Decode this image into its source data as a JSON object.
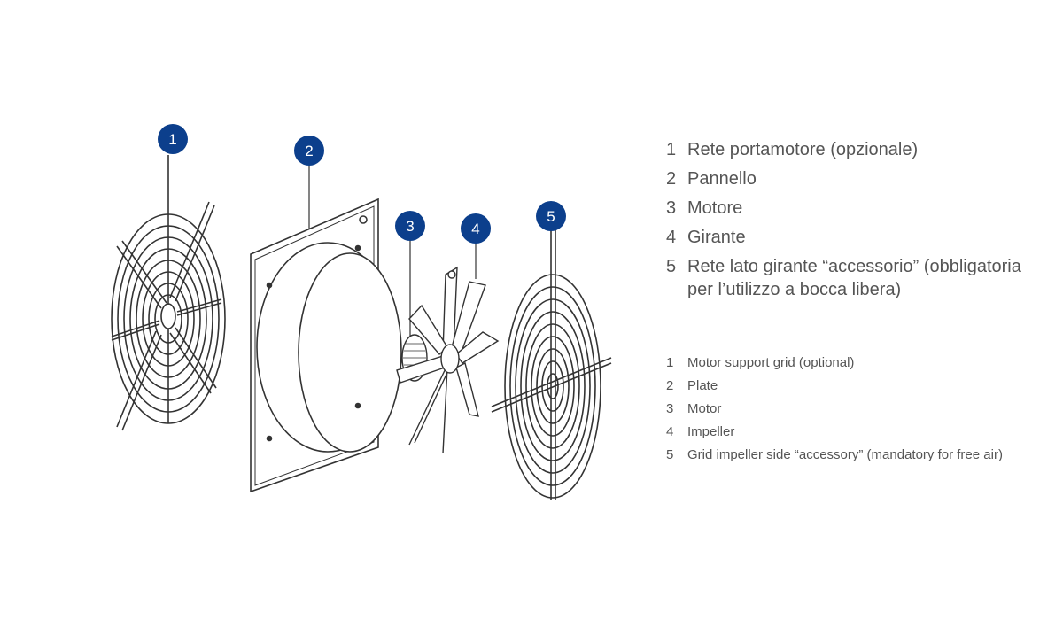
{
  "callouts": [
    {
      "number": "1",
      "color": "#0c3f8c"
    },
    {
      "number": "2",
      "color": "#0c3f8c"
    },
    {
      "number": "3",
      "color": "#0c3f8c"
    },
    {
      "number": "4",
      "color": "#0c3f8c"
    },
    {
      "number": "5",
      "color": "#0c3f8c"
    }
  ],
  "legend_it": [
    {
      "number": "1",
      "text": "Rete portamotore (opzionale)"
    },
    {
      "number": "2",
      "text": "Pannello"
    },
    {
      "number": "3",
      "text": "Motore"
    },
    {
      "number": "4",
      "text": "Girante"
    },
    {
      "number": "5",
      "text": "Rete lato girante “accessorio” (obbligatoria per l’utilizzo a bocca libera)"
    }
  ],
  "legend_en": [
    {
      "number": "1",
      "text": "Motor support grid (optional)"
    },
    {
      "number": "2",
      "text": "Plate"
    },
    {
      "number": "3",
      "text": "Motor"
    },
    {
      "number": "4",
      "text": "Impeller"
    },
    {
      "number": "5",
      "text": "Grid impeller side “accessory” (mandatory for free air)"
    }
  ],
  "colors": {
    "line": "#333333",
    "text": "#555555",
    "badge": "#0c3f8c"
  }
}
